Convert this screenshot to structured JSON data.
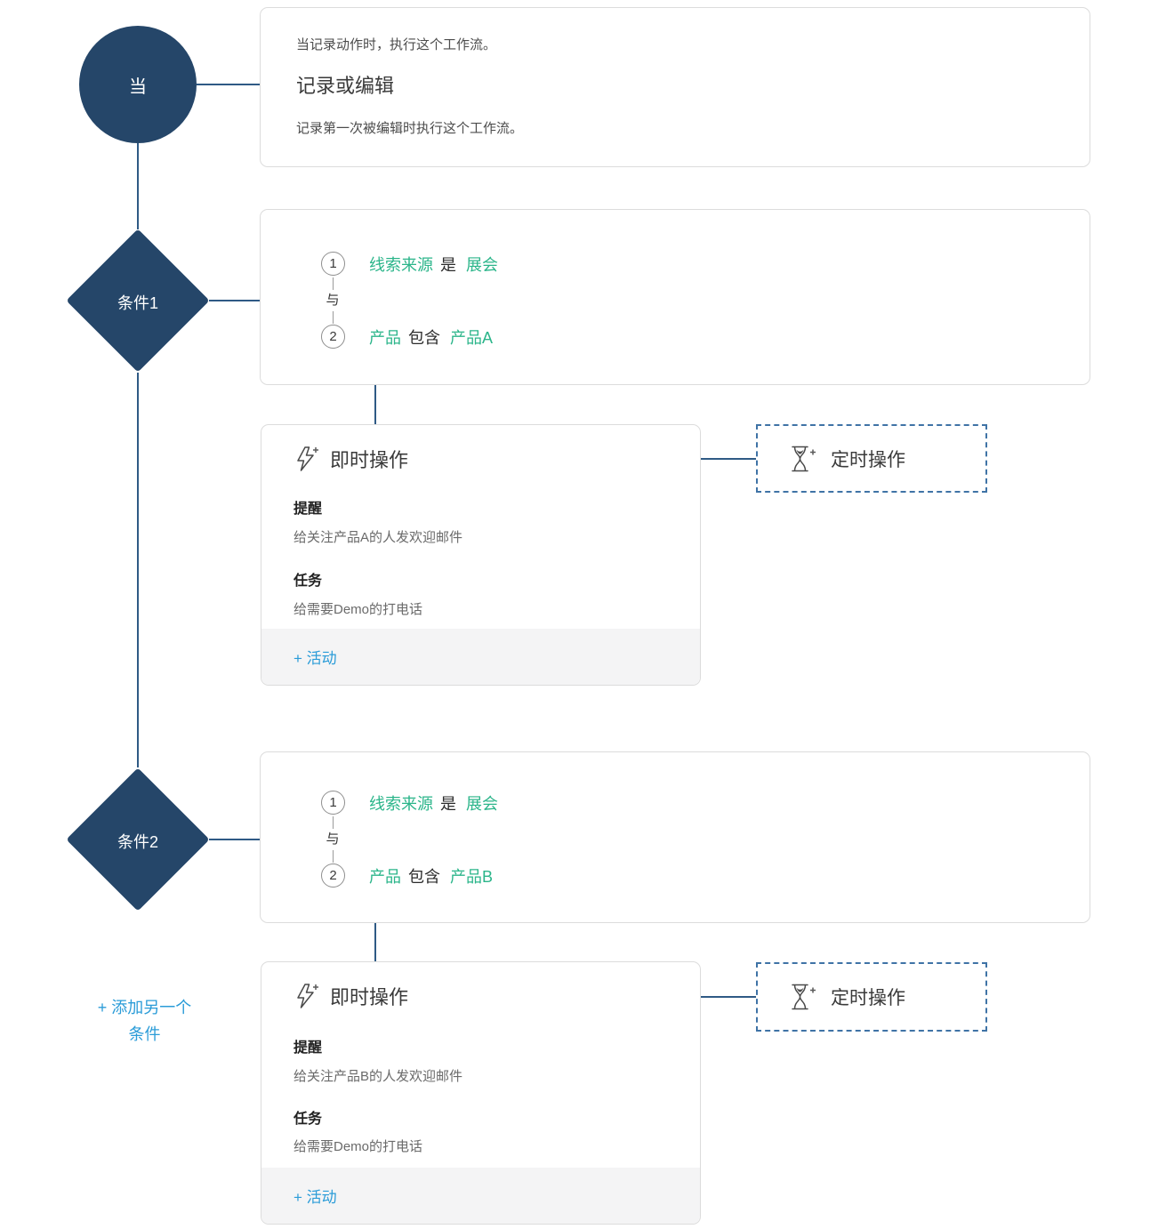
{
  "colors": {
    "node_navy": "#254669",
    "connector_line": "#2f5a85",
    "field_teal": "#2bb58a",
    "link_blue": "#2b9cd8",
    "card_border": "#dcdcdc",
    "dashed_border": "#3f73a6",
    "footer_gray": "#f4f4f5"
  },
  "trigger": {
    "node_label": "当",
    "description_top": "当记录动作时，执行这个工作流。",
    "title": "记录或编辑",
    "description_bottom": "记录第一次被编辑时执行这个工作流。"
  },
  "conditions": [
    {
      "node_label": "条件1",
      "logic_connector": "与",
      "rules": [
        {
          "index": "1",
          "field": "线索来源",
          "operator": "是",
          "value": "展会"
        },
        {
          "index": "2",
          "field": "产品",
          "operator": "包含",
          "value": "产品A"
        }
      ],
      "instant_actions": {
        "icon": "lightning-plus-icon",
        "title": "即时操作",
        "items": [
          {
            "label": "提醒",
            "description": "给关注产品A的人发欢迎邮件"
          },
          {
            "label": "任务",
            "description": "给需要Demo的打电话"
          }
        ],
        "add_link": "+ 活动"
      },
      "scheduled_actions": {
        "icon": "hourglass-plus-icon",
        "title": "定时操作"
      }
    },
    {
      "node_label": "条件2",
      "logic_connector": "与",
      "rules": [
        {
          "index": "1",
          "field": "线索来源",
          "operator": "是",
          "value": "展会"
        },
        {
          "index": "2",
          "field": "产品",
          "operator": "包含",
          "value": "产品B"
        }
      ],
      "instant_actions": {
        "icon": "lightning-plus-icon",
        "title": "即时操作",
        "items": [
          {
            "label": "提醒",
            "description": "给关注产品B的人发欢迎邮件"
          },
          {
            "label": "任务",
            "description": "给需要Demo的打电话"
          }
        ],
        "add_link": "+ 活动"
      },
      "scheduled_actions": {
        "icon": "hourglass-plus-icon",
        "title": "定时操作"
      }
    }
  ],
  "add_condition": {
    "line1": "+ 添加另一个",
    "line2": "条件"
  }
}
